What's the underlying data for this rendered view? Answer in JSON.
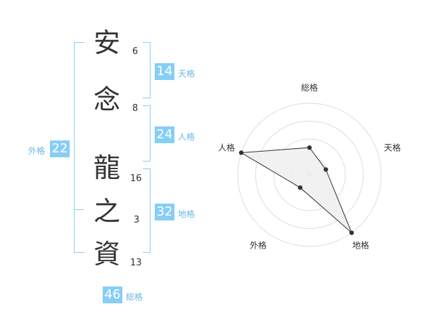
{
  "name": {
    "characters": [
      {
        "char": "安",
        "strokes": "6"
      },
      {
        "char": "念",
        "strokes": "8"
      },
      {
        "char": "龍",
        "strokes": "16"
      },
      {
        "char": "之",
        "strokes": "3"
      },
      {
        "char": "資",
        "strokes": "13"
      }
    ]
  },
  "kakusu": {
    "tenkaku": {
      "value": "14",
      "label": "天格"
    },
    "jinkaku": {
      "value": "24",
      "label": "人格"
    },
    "chikaku": {
      "value": "32",
      "label": "地格"
    },
    "gaikaku": {
      "value": "22",
      "label": "外格"
    },
    "soukaku": {
      "value": "46",
      "label": "総格"
    }
  },
  "colors": {
    "accent": "#87CEF6",
    "accent_text": "#6ab8e6",
    "text": "#333333"
  },
  "chart_data": {
    "type": "radar",
    "axes": [
      "総格",
      "天格",
      "地格",
      "外格",
      "人格"
    ],
    "values": [
      1.9,
      1.2,
      5,
      1.1,
      5
    ],
    "range": [
      0,
      5
    ],
    "rings": 4
  }
}
